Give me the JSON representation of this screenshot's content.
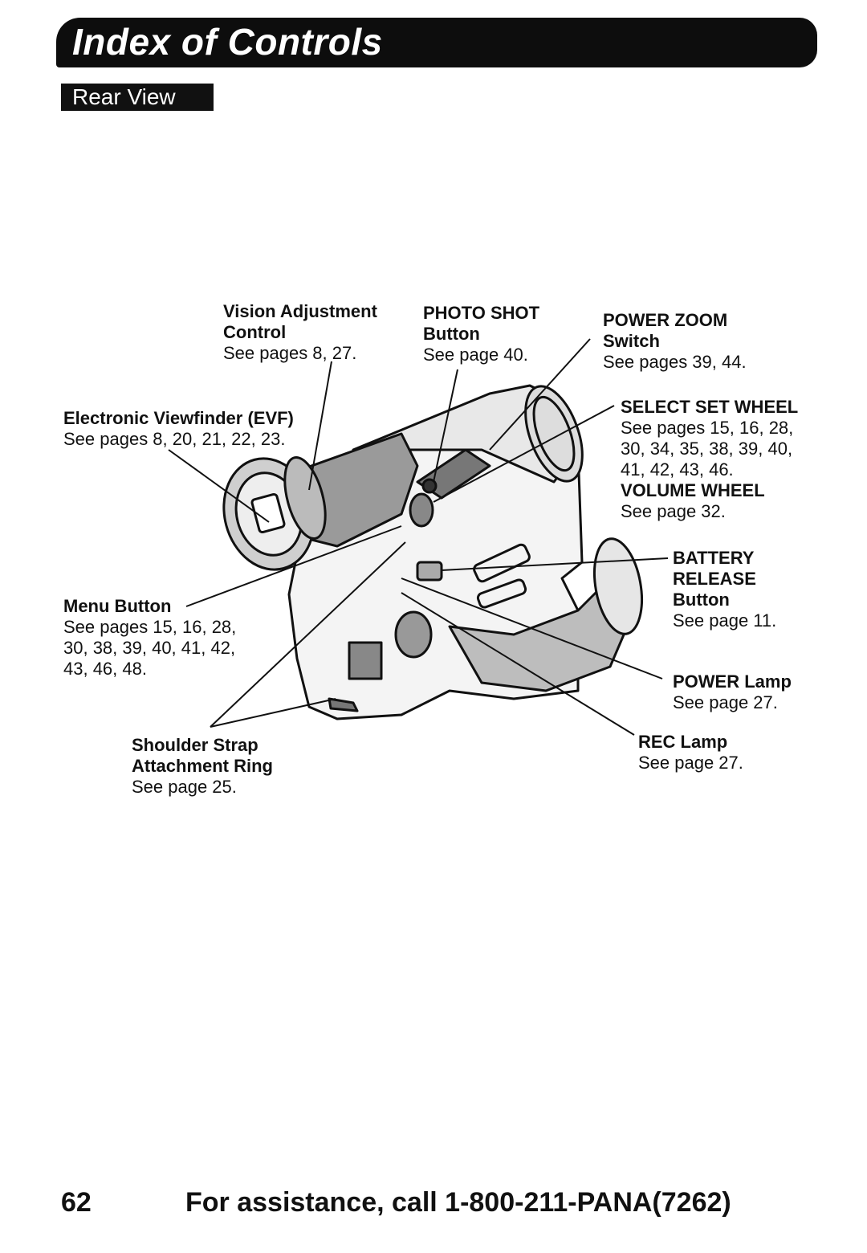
{
  "header": {
    "title": "Index of Controls",
    "section": "Rear View"
  },
  "labels": {
    "vision": {
      "name_line1": "Vision Adjustment",
      "name_line2": "Control",
      "ref": "See pages 8, 27."
    },
    "photo": {
      "name_line1": "PHOTO SHOT",
      "name_line2": "Button",
      "ref": "See page 40."
    },
    "zoom": {
      "name_line1": "POWER ZOOM",
      "name_line2": "Switch",
      "ref": "See pages 39, 44."
    },
    "evf": {
      "name": "Electronic Viewfinder (EVF)",
      "ref": "See pages 8, 20, 21, 22, 23."
    },
    "select": {
      "name": "SELECT SET WHEEL",
      "ref_line1": "See pages 15, 16, 28,",
      "ref_line2": "30, 34, 35, 38, 39, 40,",
      "ref_line3": "41, 42, 43, 46."
    },
    "volume": {
      "name": "VOLUME WHEEL",
      "ref": "See page 32."
    },
    "battery": {
      "name_line1": "BATTERY",
      "name_line2": "RELEASE",
      "name_line3": "Button",
      "ref": "See page 11."
    },
    "menu": {
      "name": "Menu Button",
      "ref_line1": "See pages 15, 16, 28,",
      "ref_line2": "30, 38, 39, 40, 41, 42,",
      "ref_line3": "43, 46, 48."
    },
    "power_lamp": {
      "name": "POWER Lamp",
      "ref": "See page 27."
    },
    "shoulder": {
      "name_line1": "Shoulder Strap",
      "name_line2": "Attachment Ring",
      "ref": "See page 25."
    },
    "rec": {
      "name": "REC Lamp",
      "ref": "See page 27."
    }
  },
  "footer": {
    "page_number": "62",
    "assistance": "For assistance, call 1-800-211-PANA(7262)"
  }
}
